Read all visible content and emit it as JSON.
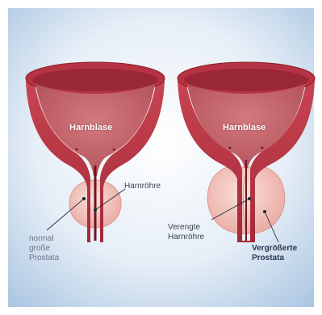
{
  "left_panel": {
    "bladder_label": "Harnblase",
    "urethra_label": "Harnröhre",
    "prostata_label": [
      "normal",
      "große",
      "Prostata"
    ]
  },
  "right_panel": {
    "bladder_label": "Harnblase",
    "urethra_label": [
      "Verengte",
      "Harnröhre"
    ],
    "prostata_label": [
      "Vergrößerte",
      "Prostata"
    ]
  },
  "colors": {
    "background_center": "#ffffff",
    "background_edge": "#a8c4e0",
    "bladder_wall": "#b2313f",
    "bladder_lumen": "#c25f66",
    "prostate": "#f2c0b8",
    "label_text": "#3a3f52"
  }
}
